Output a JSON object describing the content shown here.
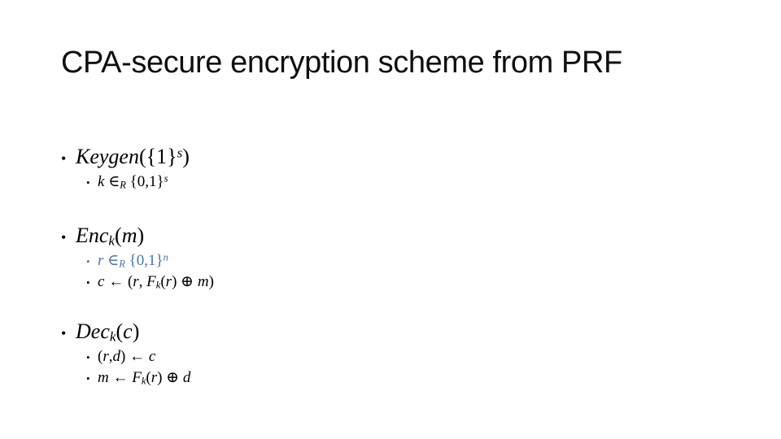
{
  "slide": {
    "title": "CPA-secure encryption scheme from PRF",
    "bullet_char": "•",
    "colors": {
      "accent_blue": "#4a74a8",
      "text": "#000000",
      "background": "#ffffff"
    },
    "groups": [
      {
        "name": "Keygen",
        "lines": [
          {
            "level": 1,
            "segments": [
              {
                "v": "Keygen"
              },
              {
                "u": 1,
                "v": "({1}"
              },
              {
                "s": "sup",
                "v": "s"
              },
              {
                "u": 1,
                "v": ")"
              }
            ]
          },
          {
            "level": 2,
            "segments": [
              {
                "v": "k "
              },
              {
                "u": 1,
                "v": "∈"
              },
              {
                "s": "sub",
                "v": "R"
              },
              {
                "u": 1,
                "v": " {0,1}"
              },
              {
                "s": "sup",
                "v": "s"
              }
            ]
          }
        ]
      },
      {
        "name": "Enc",
        "lines": [
          {
            "level": 1,
            "segments": [
              {
                "v": "Enc"
              },
              {
                "s": "sub",
                "v": "k"
              },
              {
                "u": 1,
                "v": "("
              },
              {
                "v": "m"
              },
              {
                "u": 1,
                "v": ")"
              }
            ]
          },
          {
            "level": 2,
            "color": "accent",
            "segments": [
              {
                "v": "r "
              },
              {
                "u": 1,
                "v": "∈"
              },
              {
                "s": "sub",
                "v": "R"
              },
              {
                "u": 1,
                "v": " {0,1}"
              },
              {
                "s": "sup",
                "v": "n"
              }
            ]
          },
          {
            "level": 2,
            "segments": [
              {
                "v": "c "
              },
              {
                "u": 1,
                "v": "← ("
              },
              {
                "v": "r"
              },
              {
                "u": 1,
                "v": ", "
              },
              {
                "v": "F"
              },
              {
                "s": "sub",
                "v": "k"
              },
              {
                "u": 1,
                "v": "("
              },
              {
                "v": "r"
              },
              {
                "u": 1,
                "v": ") ⊕ "
              },
              {
                "v": "m"
              },
              {
                "u": 1,
                "v": ")"
              }
            ]
          }
        ]
      },
      {
        "name": "Dec",
        "lines": [
          {
            "level": 1,
            "segments": [
              {
                "v": "Dec"
              },
              {
                "s": "sub",
                "v": "k"
              },
              {
                "u": 1,
                "v": "("
              },
              {
                "v": "c"
              },
              {
                "u": 1,
                "v": ")"
              }
            ]
          },
          {
            "level": 2,
            "segments": [
              {
                "u": 1,
                "v": "("
              },
              {
                "v": "r"
              },
              {
                "u": 1,
                "v": ","
              },
              {
                "v": "d"
              },
              {
                "u": 1,
                "v": ") ← "
              },
              {
                "v": "c"
              }
            ]
          },
          {
            "level": 2,
            "segments": [
              {
                "v": "m "
              },
              {
                "u": 1,
                "v": "← "
              },
              {
                "v": "F"
              },
              {
                "s": "sub",
                "v": "k"
              },
              {
                "u": 1,
                "v": "("
              },
              {
                "v": "r"
              },
              {
                "u": 1,
                "v": ") ⊕ "
              },
              {
                "v": "d"
              }
            ]
          }
        ]
      }
    ]
  }
}
